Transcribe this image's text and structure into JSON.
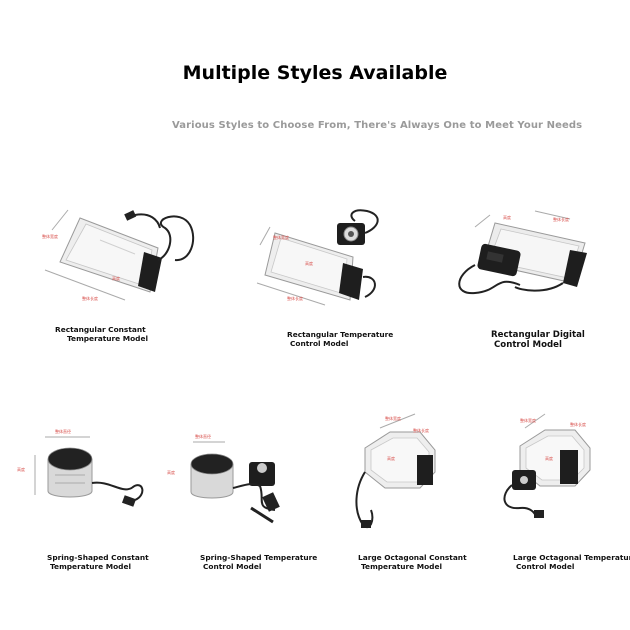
{
  "header": {
    "title": "Multiple Styles Available",
    "subtitle": "Various Styles to Choose From, There's Always One to Meet Your Needs"
  },
  "products": [
    {
      "line1": "Rectangular Constant",
      "line2": "Temperature Model",
      "icon": "rectangular-constant-warmer-image"
    },
    {
      "line1": "Rectangular Temperature",
      "line2": "Control Model",
      "icon": "rectangular-temperature-control-warmer-image"
    },
    {
      "line1": "Rectangular Digital",
      "line2": "Control Model",
      "icon": "rectangular-digital-control-warmer-image"
    },
    {
      "line1": "Spring-Shaped Constant",
      "line2": "Temperature Model",
      "icon": "spring-shaped-constant-warmer-image"
    },
    {
      "line1": "Spring-Shaped Temperature",
      "line2": "Control Model",
      "icon": "spring-shaped-temperature-control-warmer-image"
    },
    {
      "line1": "Large Octagonal Constant",
      "line2": "Temperature Model",
      "icon": "large-octagonal-constant-warmer-image"
    },
    {
      "line1": "Large Octagonal Temperature",
      "line2": "Control Model",
      "icon": "large-octagonal-temperature-control-warmer-image"
    }
  ],
  "colors": {
    "title": "#000000",
    "subtitle": "#9a9a9a",
    "dimension_marks": "#d9534f",
    "device_body": "#1f1f1f",
    "plate": "#e4e4e4"
  }
}
